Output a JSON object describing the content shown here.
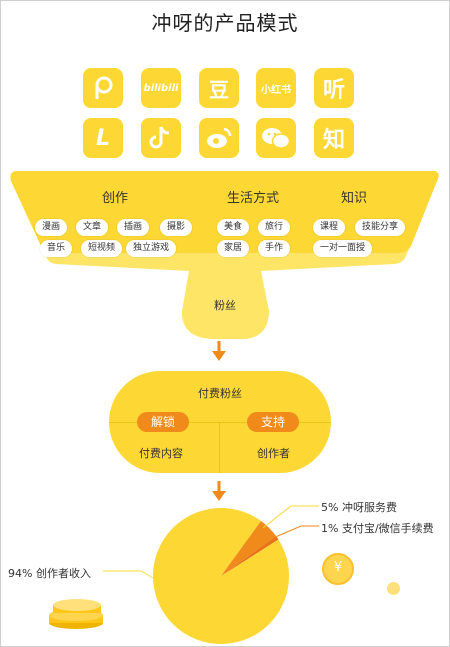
{
  "title": "冲呀的产品模式",
  "apps": [
    {
      "name": "p-app-icon",
      "glyph": "P"
    },
    {
      "name": "bilibili-icon",
      "glyph": "bilibili"
    },
    {
      "name": "douban-icon",
      "glyph": "豆"
    },
    {
      "name": "xiaohongshu-icon",
      "glyph": "小红书"
    },
    {
      "name": "listen-icon",
      "glyph": "听"
    },
    {
      "name": "lofter-icon",
      "glyph": "L"
    },
    {
      "name": "douyin-icon",
      "glyph": "♪"
    },
    {
      "name": "weibo-icon",
      "glyph": "微"
    },
    {
      "name": "wechat-icon",
      "glyph": "●●"
    },
    {
      "name": "zhihu-icon",
      "glyph": "知"
    }
  ],
  "funnel": {
    "categories": [
      {
        "title": "创作",
        "tags": [
          "漫画",
          "文章",
          "插画",
          "摄影",
          "音乐",
          "短视频",
          "独立游戏"
        ]
      },
      {
        "title": "生活方式",
        "tags": [
          "美食",
          "旅行",
          "家居",
          "手作"
        ]
      },
      {
        "title": "知识",
        "tags": [
          "课程",
          "技能分享",
          "一对一面授"
        ]
      }
    ],
    "fans_label": "粉丝"
  },
  "paid": {
    "title": "付费粉丝",
    "left_button": "解锁",
    "right_button": "支持",
    "left_sub": "付费内容",
    "right_sub": "创作者"
  },
  "chart_data": {
    "type": "pie",
    "slices": [
      {
        "label": "94% 创作者收入",
        "value": 94
      },
      {
        "label": "5% 冲呀服务费",
        "value": 5
      },
      {
        "label": "1% 支付宝/微信手续费",
        "value": 1
      }
    ]
  },
  "colors": {
    "yellow": "#fdd835",
    "light_yellow": "#ffe566",
    "orange": "#f08a1a",
    "orange_dark": "#e8731a"
  }
}
